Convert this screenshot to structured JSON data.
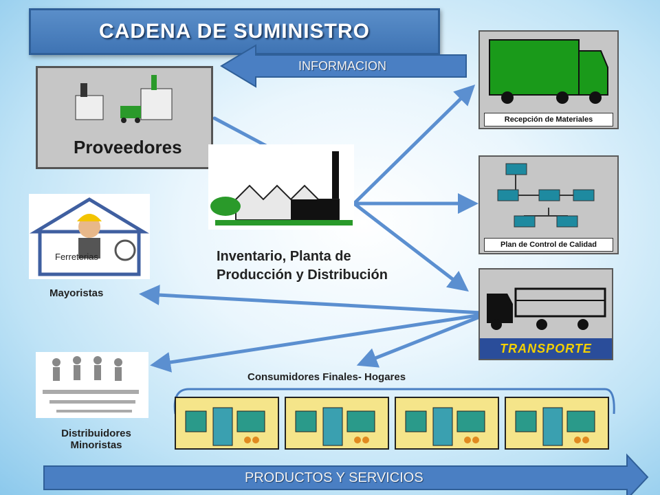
{
  "title": "CADENA DE SUMINISTRO",
  "top_arrow_label": "INFORMACION",
  "bottom_arrow_label": "PRODUCTOS Y SERVICIOS",
  "nodes": {
    "proveedores": "Proveedores",
    "planta": "Inventario, Planta de Producción y Distribución",
    "planta_line1": "Inventario, Planta de",
    "planta_line2": "Producción y Distribución",
    "mayoristas": "Mayoristas",
    "ferreterias": "Ferreterias",
    "distribuidores_line1": "Distribuidores",
    "distribuidores_line2": "Minoristas",
    "consumidores": "Consumidores Finales- Hogares",
    "recepcion": "Recepción de Materiales",
    "control_calidad": "Plan de Control de Calidad",
    "transporte": "TRANSPORTE"
  },
  "colors": {
    "arrow": "#5b8fd0",
    "title_bg": "#4a80c0",
    "truck_green": "#1a9a1a",
    "panel_gray": "#c6c6c6"
  }
}
